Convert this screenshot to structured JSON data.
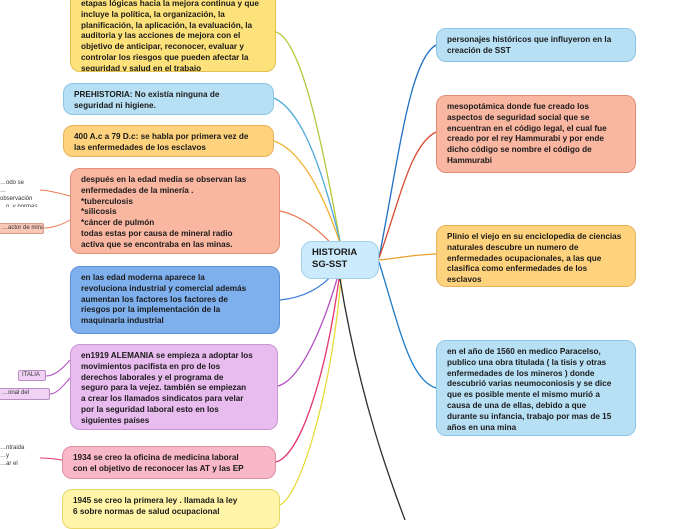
{
  "central": {
    "title": "HISTORIA\nSG-SST"
  },
  "left_nodes": [
    {
      "id": "definicion",
      "color": "#fde17a",
      "text": "etapas lógicas hacia la mejora continua y que\nincluye la política, la organización, la\nplanificación, la aplicación, la evaluación, la\nauditoria  y las acciones de mejora con el\nobjetivo de anticipar, reconocer, evaluar y\ncontrolar los riesgos que pueden afectar la\nseguridad y salud en el trabajo"
    },
    {
      "id": "prehistoria",
      "color": "#b8e0f5",
      "text": "PREHISTORIA: No existía ninguna de\nseguridad ni higiene."
    },
    {
      "id": "400ac",
      "color": "#ffd37d",
      "text": "400 A.c a 79 D.c: se habla por primera vez de\nlas enfermedades de los esclavos"
    },
    {
      "id": "edad-media",
      "color": "#f9b6a1",
      "text": "después en la edad media se observan las\nenfermedades de la minería .\n*tuberculosis\n*silicosis\n*cáncer de pulmón\ntodas estas por causa de mineral radio\nactiva que se encontraba en las minas."
    },
    {
      "id": "edad-moderna",
      "color": "#7fb0ee",
      "text": "en las edad moderna aparece la\nrevoluciona industrial y comercial además\naumentan los factores los factores de\nriesgos por la implementación de la\nmaquinaria industrial"
    },
    {
      "id": "1919",
      "color": "#e8bcef",
      "text": "en1919 ALEMANIA se empieza a adoptar los\nmovimientos pacifista en pro de los\nderechos laborales y el programa de\nseguro para la vejez.  también se empiezan\na crear los llamados sindicatos para velar\npor la seguridad laboral esto en los\nsiguientes países"
    },
    {
      "id": "1934",
      "color": "#f9b8c8",
      "text": "1934  se creo la oficina de medicina laboral\ncon el objetivo de reconocer las AT y las EP"
    },
    {
      "id": "1945",
      "color": "#fff4a8",
      "text": "1945 se creo la primera ley . llamada la ley\n6 sobre normas de salud ocupacional"
    }
  ],
  "right_nodes": [
    {
      "id": "personajes",
      "color": "#b8e0f5",
      "text": "personajes históricos que influyeron en la\ncreación de SST"
    },
    {
      "id": "mesopotamica",
      "color": "#f9b6a1",
      "text": "mesopotámica donde fue creado los\naspectos de seguridad social que se\nencuentran en el código legal, el cual fue\ncreado por el rey Hammurabi y por ende\ndicho código se nombre el código de\nHammurabi"
    },
    {
      "id": "plinio",
      "color": "#ffd37d",
      "text": "Plinio el viejo en su enciclopedia de ciencias\nnaturales descubre un numero de\nenfermedades ocupacionales, a las que\nclasifica como enfermedades de los\nesclavos"
    },
    {
      "id": "paracelso",
      "color": "#b8e0f5",
      "text": "en el año de 1560 en medico Paracelso,\npublico una obra titulada ( la tisis y otras\nenfermedades de los mineros ) donde\ndescubrió varias neumoconiosis y se dice\nque es posible mente el mismo murió a\ncausa de una de ellas,  debido a que\ndurante su infancia, trabajo por mas de  15\naños en una mina"
    }
  ],
  "side_fragments": [
    {
      "id": "frag-1",
      "text": "…odo se\n… observación\n…n, y normas"
    },
    {
      "id": "frag-2",
      "text": "…actor de minas",
      "boxed": true
    },
    {
      "id": "frag-3",
      "text": "ITALIA",
      "boxed": true,
      "purple": true
    },
    {
      "id": "frag-4",
      "text": "…onal del",
      "boxed": true,
      "purple": true
    },
    {
      "id": "frag-5",
      "text": "…ntraida\n…y\n…ar el"
    }
  ]
}
